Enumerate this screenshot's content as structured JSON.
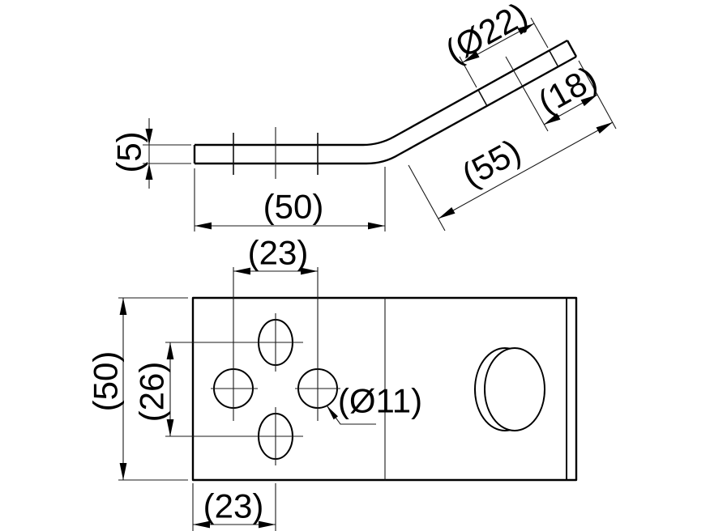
{
  "drawing_labels": {
    "side_view": {
      "thickness": "(5)",
      "flat_length": "(50)",
      "arm_length": "(55)",
      "hole_to_tip": "(18)",
      "arm_hole_diameter": "(Ø22)"
    },
    "plan_view": {
      "plate_width": "(50)",
      "slot_spacing": "(26)",
      "hole_spacing": "(23)",
      "edge_to_slot": "(23)",
      "hole_diameter": "(Ø11)"
    }
  }
}
